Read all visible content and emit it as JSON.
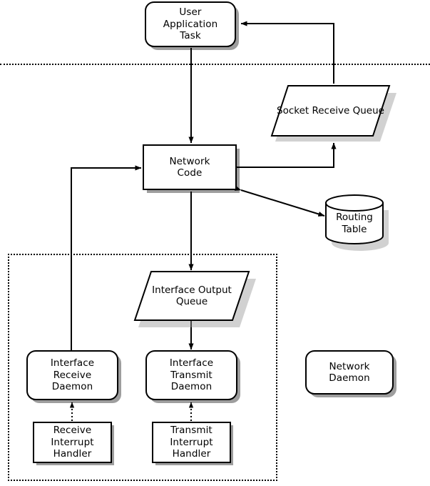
{
  "diagram": {
    "title": "Network stack task and daemon flow diagram",
    "colors": {
      "stroke": "#000000",
      "fill": "#ffffff",
      "shadow": "#999999"
    },
    "nodes": {
      "user_application_task": {
        "label": "User\nApplication\nTask",
        "shape": "rounded-rectangle"
      },
      "socket_receive_queue": {
        "label": "Socket\nReceive\nQueue",
        "shape": "parallelogram"
      },
      "network_code": {
        "label": "Network\nCode",
        "shape": "rectangle"
      },
      "routing_table": {
        "label": "Routing\nTable",
        "shape": "cylinder"
      },
      "interface_output_queue": {
        "label": "Interface\nOutput\nQueue",
        "shape": "parallelogram"
      },
      "interface_receive_daemon": {
        "label": "Interface\nReceive\nDaemon",
        "shape": "rounded-rectangle"
      },
      "interface_transmit_daemon": {
        "label": "Interface\nTransmit\nDaemon",
        "shape": "rounded-rectangle"
      },
      "network_daemon": {
        "label": "Network\nDaemon",
        "shape": "rounded-rectangle"
      },
      "receive_interrupt_handler": {
        "label": "Receive\nInterrupt\nHandler",
        "shape": "rectangle-sharp"
      },
      "transmit_interrupt_handler": {
        "label": "Transmit\nInterrupt\nHandler",
        "shape": "rectangle-sharp"
      }
    },
    "boundaries": {
      "user_kernel_divider": {
        "style": "dotted-horizontal-line"
      },
      "daemon_group": {
        "style": "dotted-rectangle"
      }
    },
    "edges": [
      {
        "from": "user_application_task",
        "to": "network_code",
        "style": "solid",
        "arrow": "single"
      },
      {
        "from": "network_code",
        "to": "socket_receive_queue",
        "style": "solid",
        "arrow": "single"
      },
      {
        "from": "socket_receive_queue",
        "to": "user_application_task",
        "style": "solid",
        "arrow": "single"
      },
      {
        "from": "network_code",
        "to": "routing_table",
        "style": "solid",
        "arrow": "double"
      },
      {
        "from": "network_code",
        "to": "interface_output_queue",
        "style": "solid",
        "arrow": "single"
      },
      {
        "from": "interface_output_queue",
        "to": "interface_transmit_daemon",
        "style": "solid",
        "arrow": "single"
      },
      {
        "from": "interface_receive_daemon",
        "to": "network_code",
        "style": "solid",
        "arrow": "single"
      },
      {
        "from": "receive_interrupt_handler",
        "to": "interface_receive_daemon",
        "style": "dotted",
        "arrow": "single"
      },
      {
        "from": "transmit_interrupt_handler",
        "to": "interface_transmit_daemon",
        "style": "dotted",
        "arrow": "single"
      }
    ]
  }
}
